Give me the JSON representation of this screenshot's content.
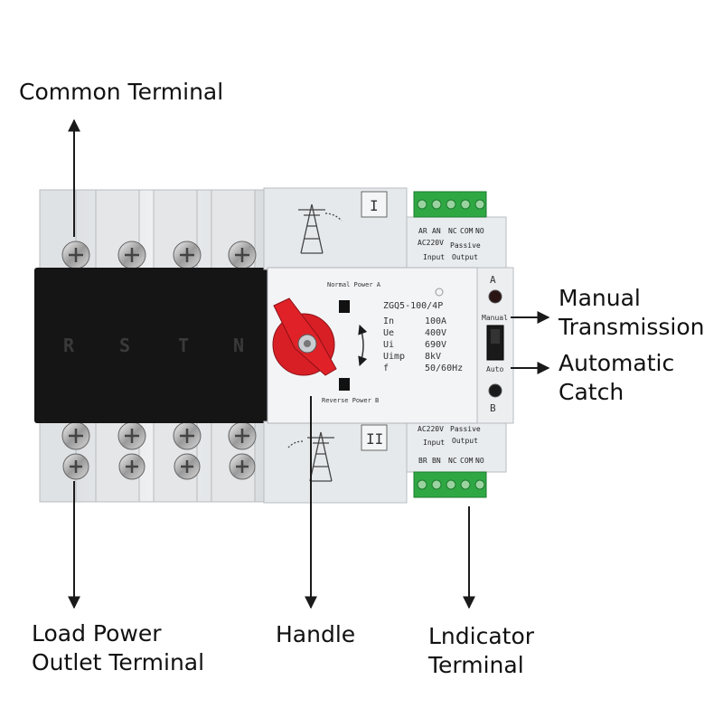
{
  "callouts": {
    "common_terminal": "Common Terminal",
    "manual_transmission": [
      "Manual",
      "Transmission"
    ],
    "automatic_catch": [
      "Automatic",
      "Catch"
    ],
    "load_power_outlet_terminal": [
      "Load Power",
      "Outlet Terminal"
    ],
    "handle": "Handle",
    "indicator_terminal": [
      "Lndicator",
      "Terminal"
    ]
  },
  "device": {
    "pole_letters": [
      "R",
      "S",
      "T",
      "N"
    ],
    "top_module_mark": "I",
    "bottom_module_mark": "II",
    "normal_power_label": "Normal Power A",
    "reverse_power_label": "Reverse Power B",
    "model": "ZGQ5-100/4P",
    "specs": [
      {
        "name": "In",
        "value": "100A"
      },
      {
        "name": "Ue",
        "value": "400V"
      },
      {
        "name": "Ui",
        "value": "690V"
      },
      {
        "name": "Uimp",
        "value": "8kV"
      },
      {
        "name": "f",
        "value": "50/60Hz"
      }
    ],
    "indicator_a": "A",
    "indicator_b": "B",
    "mode_manual": "Manual",
    "mode_auto": "Auto",
    "top_terminal_pins": [
      "AR",
      "AN",
      "NC",
      "COM",
      "NO"
    ],
    "bottom_terminal_pins": [
      "BR",
      "BN",
      "NC",
      "COM",
      "NO"
    ],
    "input_label": [
      "AC220V",
      "Input"
    ],
    "output_label": [
      "Passive",
      "Output"
    ]
  },
  "colors": {
    "housing": "#e9ecef",
    "cover": "#151515",
    "handle": "#d81f26",
    "terminal_block": "#2fa844",
    "arrow": "#1a1a1a"
  }
}
